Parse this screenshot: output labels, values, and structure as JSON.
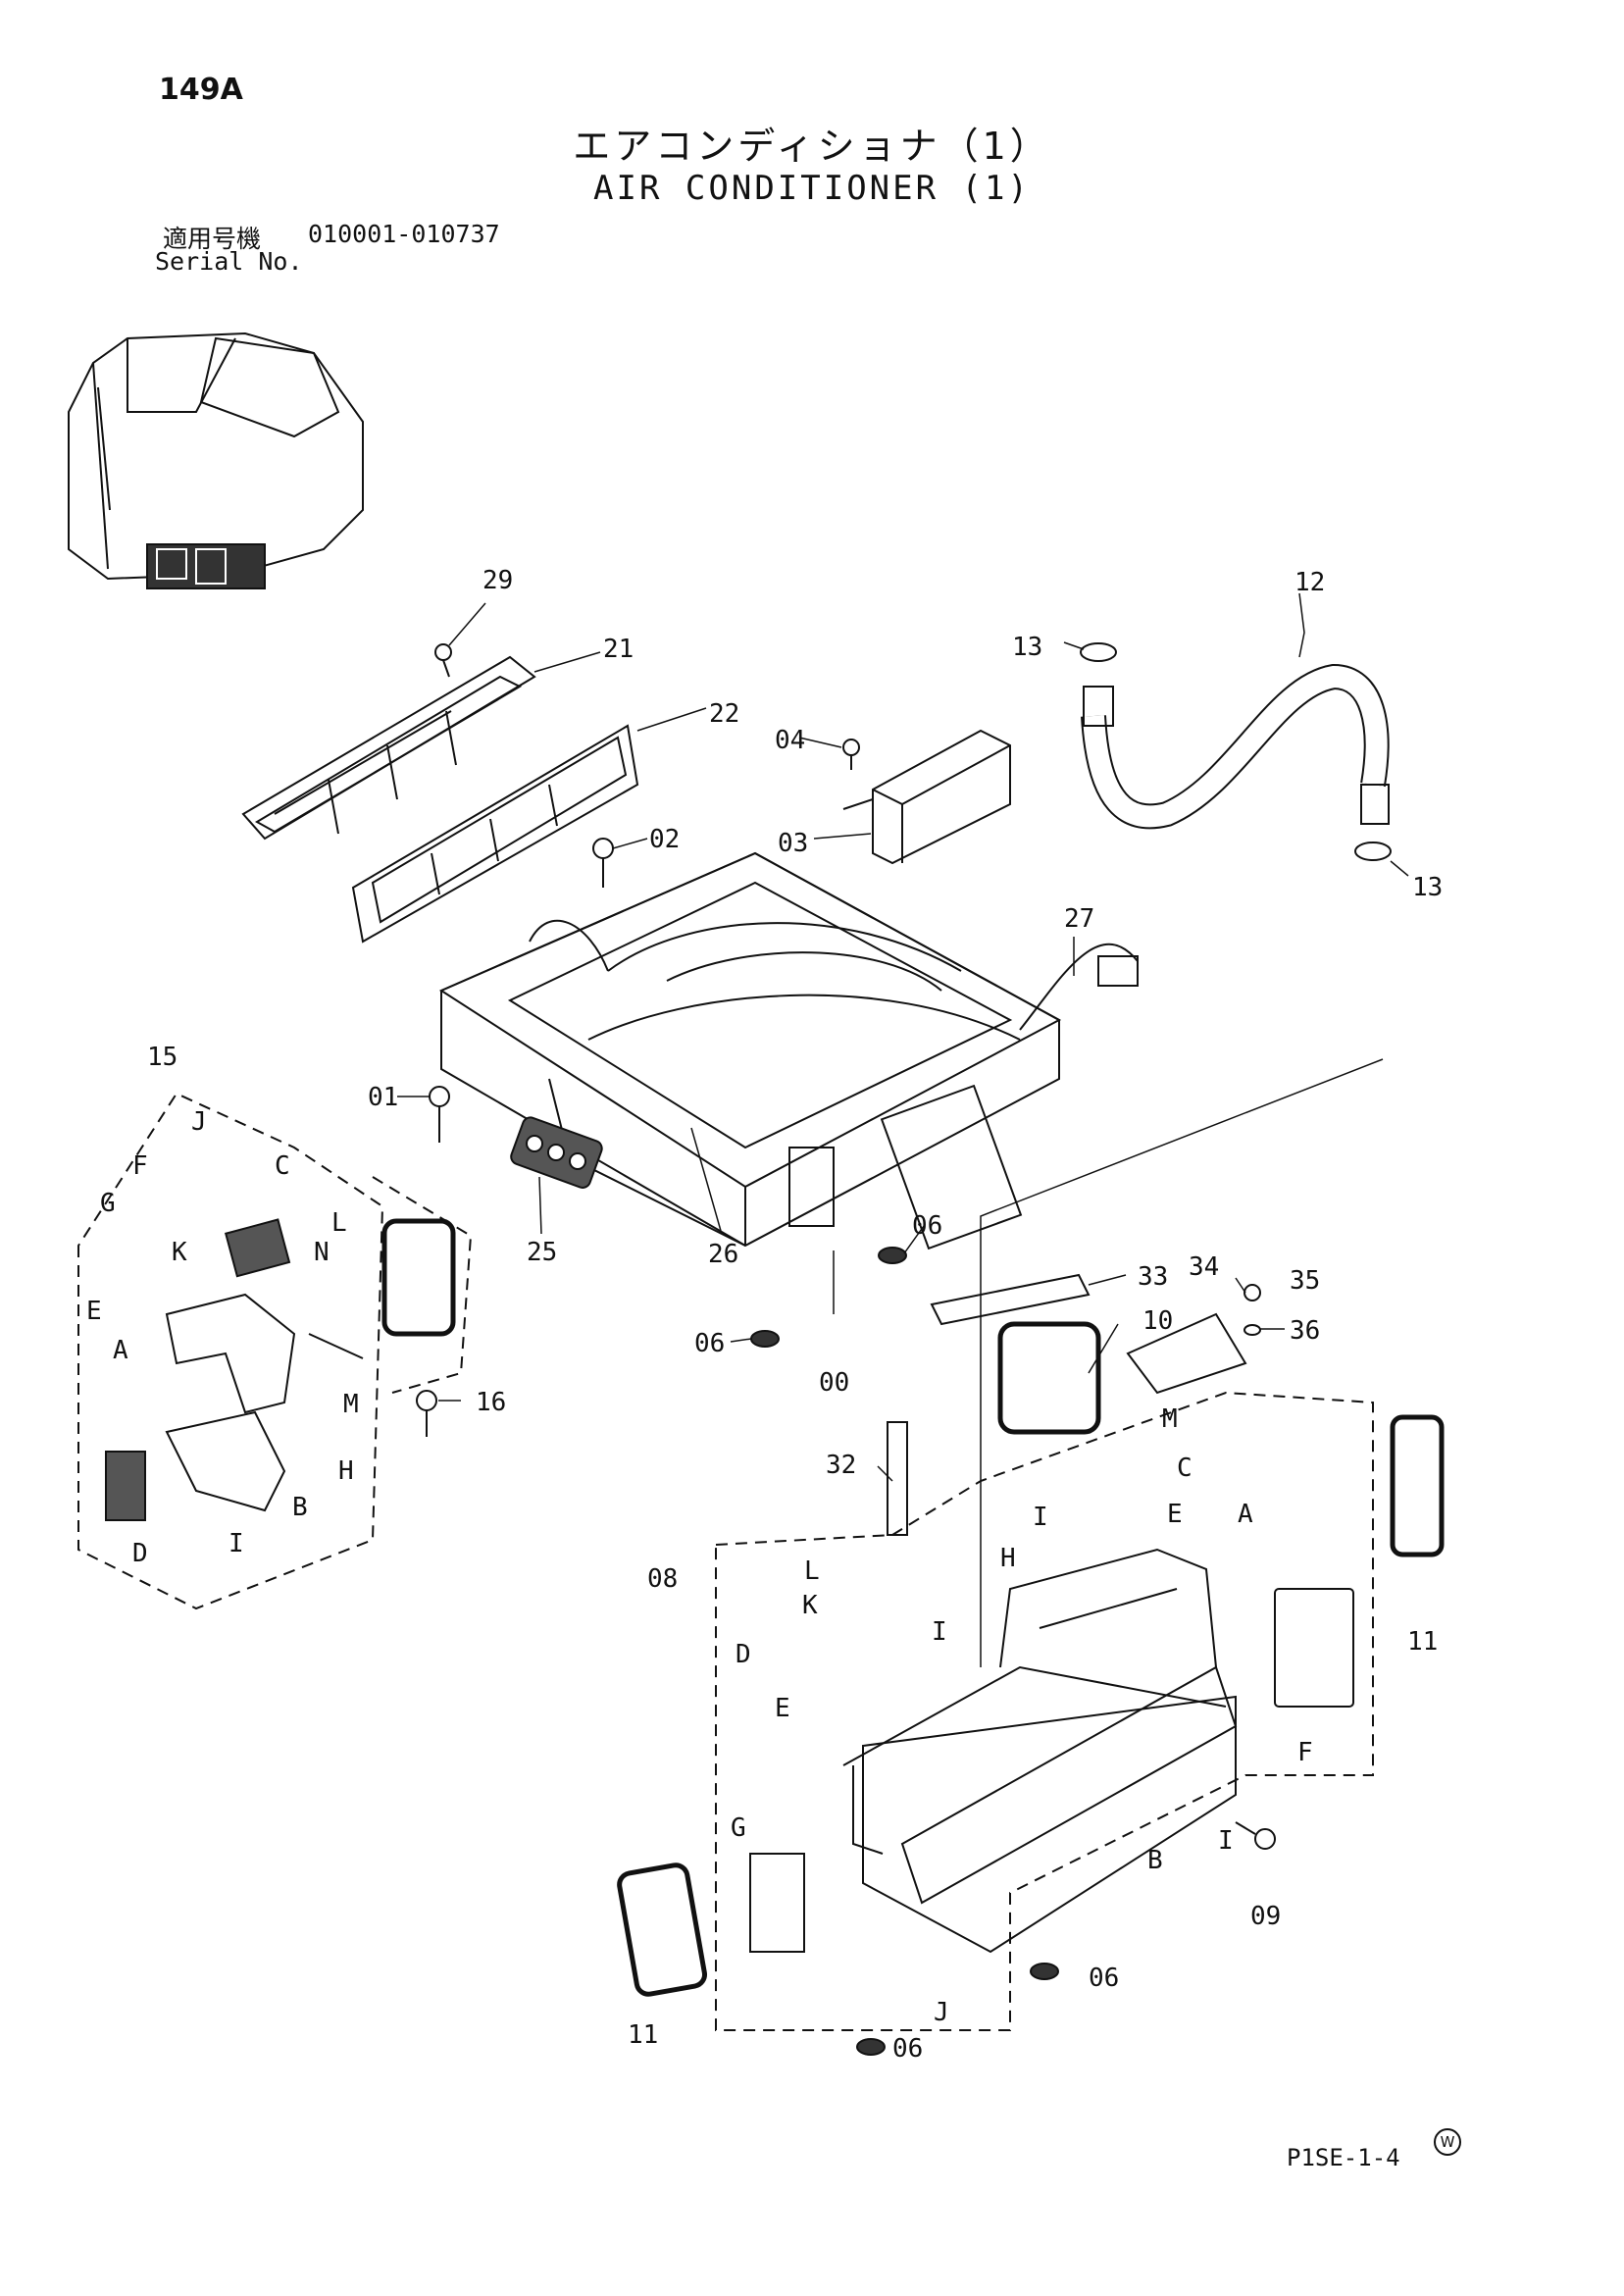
{
  "page_number": "149A",
  "title_jp": "エアコンディショナ（1）",
  "title_en": "AIR CONDITIONER (1)",
  "serial_label_jp": "適用号機",
  "serial_range": "010001-010737",
  "serial_label_en": "Serial No.",
  "footer_code": "P1SE-1-4",
  "footer_mark": "W",
  "callouts": {
    "c00": "00",
    "c01": "01",
    "c02": "02",
    "c03": "03",
    "c04": "04",
    "c06": "06",
    "c08": "08",
    "c09": "09",
    "c10": "10",
    "c11": "11",
    "c12": "12",
    "c13": "13",
    "c15": "15",
    "c16": "16",
    "c21": "21",
    "c22": "22",
    "c25": "25",
    "c26": "26",
    "c27": "27",
    "c29": "29",
    "c32": "32",
    "c33": "33",
    "c34": "34",
    "c35": "35",
    "c36": "36",
    "A": "A",
    "B": "B",
    "C": "C",
    "D": "D",
    "E": "E",
    "F": "F",
    "G": "G",
    "H": "H",
    "I": "I",
    "J": "J",
    "K": "K",
    "L": "L",
    "M": "M",
    "N": "N"
  }
}
